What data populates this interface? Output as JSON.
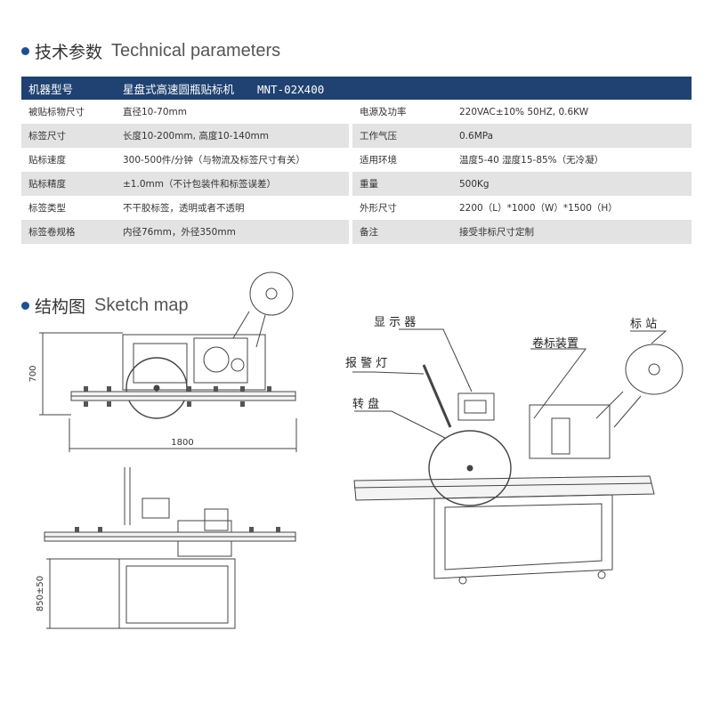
{
  "sections": {
    "tech": {
      "cn": "技术参数",
      "en": "Technical parameters"
    },
    "sketch": {
      "cn": "结构图",
      "en": "Sketch map"
    }
  },
  "table": {
    "header": {
      "label": "机器型号",
      "model_name": "星盘式高速圆瓶贴标机",
      "model_code": "MNT-02X400"
    },
    "rows": [
      {
        "k1": "被贴标物尺寸",
        "v1": "直径10-70mm",
        "k2": "电源及功率",
        "v2": "220VAC±10% 50HZ, 0.6KW"
      },
      {
        "k1": "标签尺寸",
        "v1": "长度10-200mm, 高度10-140mm",
        "k2": "工作气压",
        "v2": "0.6MPa"
      },
      {
        "k1": "贴标速度",
        "v1": "300-500件/分钟（与物流及标签尺寸有关）",
        "k2": "适用环境",
        "v2": "温度5-40 湿度15-85%（无冷凝）"
      },
      {
        "k1": "贴标精度",
        "v1": "±1.0mm（不计包装件和标签误差）",
        "k2": "重量",
        "v2": "500Kg"
      },
      {
        "k1": "标签类型",
        "v1": "不干胶标签，透明或者不透明",
        "k2": "外形尺寸",
        "v2": "2200（L）*1000（W）*1500（H）"
      },
      {
        "k1": "标签卷规格",
        "v1": "内径76mm，外径350mm",
        "k2": "备注",
        "v2": "接受非标尺寸定制"
      }
    ]
  },
  "dimensions": {
    "height_front": "700",
    "width_front": "1800",
    "height_side": "850±50"
  },
  "callouts": {
    "display": "显 示 器",
    "alarm": "报 警 灯",
    "reel": "卷标装置",
    "station": "标 站",
    "turntable": "转 盘"
  },
  "colors": {
    "header_bg": "#1f4272",
    "alt_row": "#e3e3e3",
    "accent": "#1f4f8f"
  }
}
